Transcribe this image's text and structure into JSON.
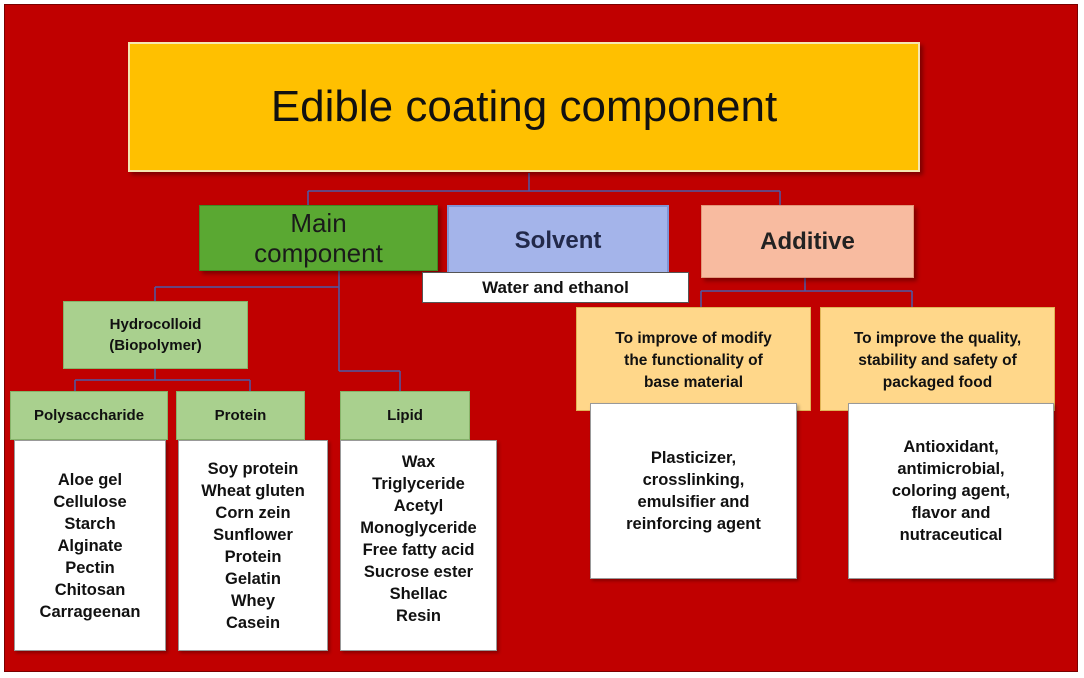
{
  "title": "Edible coating component",
  "main_component": "Main\ncomponent",
  "solvent": "Solvent",
  "solvent_detail": "Water and ethanol",
  "additive": "Additive",
  "hydrocolloid": "Hydrocolloid\n(Biopolymer)",
  "polysaccharide": {
    "label": "Polysaccharide",
    "items": "Aloe gel\nCellulose\nStarch\nAlginate\nPectin\nChitosan\nCarrageenan"
  },
  "protein": {
    "label": "Protein",
    "items": "Soy protein\nWheat gluten\nCorn zein\nSunflower\nProtein\nGelatin\nWhey\nCasein"
  },
  "lipid": {
    "label": "Lipid",
    "items": "Wax\nTriglyceride\nAcetyl\nMonoglyceride\nFree fatty acid\nSucrose ester\nShellac\nResin"
  },
  "additive_functional": {
    "label": "To improve of modify\nthe functionality of\nbase material",
    "items": "Plasticizer,\ncrosslinking,\nemulsifier and\nreinforcing agent"
  },
  "additive_quality": {
    "label": "To improve the quality,\nstability and safety of\npackaged food",
    "items": "Antioxidant,\nantimicrobial,\ncoloring agent,\nflavor and\nnutraceutical"
  },
  "colors": {
    "background": "#c00000",
    "title": "#ffc000",
    "main": "#5aa832",
    "solvent": "#a4b4ea",
    "additive": "#f8bba0",
    "light_green": "#a9d08e",
    "orange": "#ffd78a",
    "connector": "#4a5aa8"
  }
}
